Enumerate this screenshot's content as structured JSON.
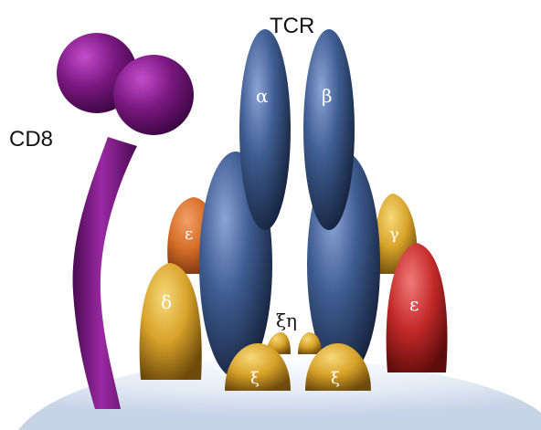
{
  "labels": {
    "tcr": "TCR",
    "cd8": "CD8",
    "alpha": "α",
    "beta": "β",
    "epsilon_left": "ε",
    "delta": "δ",
    "gamma": "γ",
    "epsilon_right": "ε",
    "xi_eta": "ξη",
    "zeta_left": "ξ",
    "zeta_right": "ξ"
  },
  "colors": {
    "tcr_chain": "#3d5a8a",
    "cd8": "#7a1880",
    "cd3_gold": "#d8a32a",
    "cd3_orange": "#d7702a",
    "cd3_red": "#c42a2a",
    "membrane": "#e3ebf5"
  }
}
